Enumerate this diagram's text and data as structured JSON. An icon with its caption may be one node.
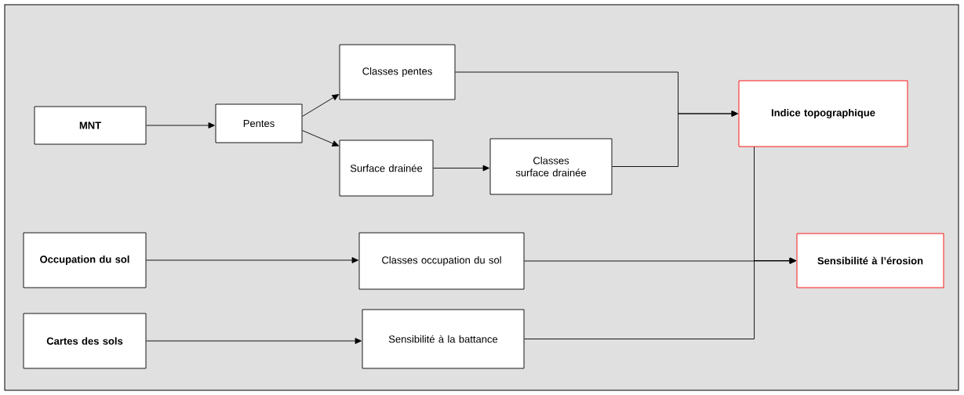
{
  "diagram": {
    "nodes": [
      {
        "text": [
          "MNT"
        ]
      },
      {
        "text": [
          "Pentes"
        ]
      },
      {
        "text": [
          "Classes pentes"
        ]
      },
      {
        "text": [
          "Surface drainée"
        ]
      },
      {
        "text": [
          "Classes surface drainée"
        ]
      },
      {
        "text": [
          "Indice topographique"
        ]
      },
      {
        "text": [
          "Occupation du sol"
        ]
      },
      {
        "text": [
          "Classes occupation du sol"
        ]
      },
      {
        "text": [
          "Sensibilité à l’érosion"
        ]
      },
      {
        "text": [
          "Cartes des sols"
        ]
      },
      {
        "text": [
          "Sensibilité à la battance"
        ]
      }
    ],
    "edges": [
      {
        "from": 0,
        "to": 1,
        "arrow": "to"
      },
      {
        "from": 1,
        "to": 2,
        "arrow": "to"
      },
      {
        "from": 1,
        "to": 3,
        "arrow": "to"
      },
      {
        "from": 3,
        "to": 4,
        "arrow": "to"
      },
      {
        "from": 2,
        "to": 5,
        "arrow": "to"
      },
      {
        "from": 4,
        "to": 5,
        "arrow": "to"
      },
      {
        "from": 6,
        "to": 7,
        "arrow": "to"
      },
      {
        "from": 7,
        "to": 8,
        "arrow": "to"
      },
      {
        "from": 5,
        "to": 8,
        "arrow": "to"
      },
      {
        "from": 9,
        "to": 10,
        "arrow": "to"
      },
      {
        "from": 10,
        "to": 8,
        "arrow": "to"
      }
    ]
  }
}
